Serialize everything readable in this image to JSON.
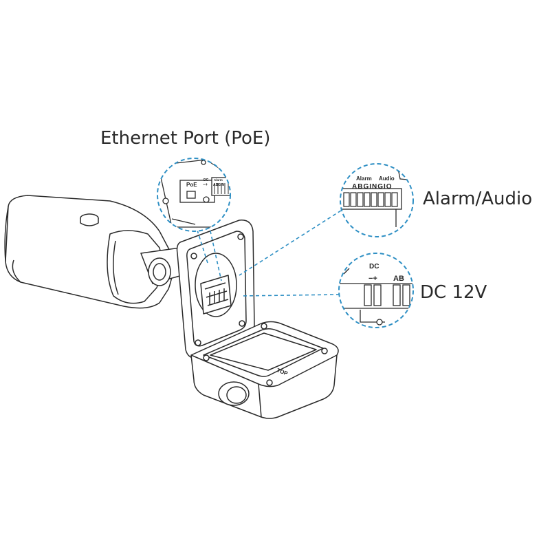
{
  "callouts": {
    "ethernet": {
      "title": "Ethernet Port (PoE)"
    },
    "alarm_audio": {
      "title": "Alarm/Audio"
    },
    "dc_power": {
      "title": "DC 12V"
    }
  },
  "zoom_ethernet": {
    "poe_label": "PoE",
    "dc_label": "DC",
    "dc_polarity": "−+",
    "alarm_label": "Alarm",
    "alarm_pins": "ABGIN"
  },
  "zoom_alarm_audio": {
    "alarm_label": "Alarm",
    "audio_label": "Audio",
    "pins": "ABGINGIO"
  },
  "zoom_dc": {
    "dc_label": "DC",
    "polarity": "−+",
    "ab_label": "AB"
  },
  "box_mark": "TOP",
  "colors": {
    "callout_line": "#2e8fc4",
    "outline": "#2a2a2a"
  }
}
